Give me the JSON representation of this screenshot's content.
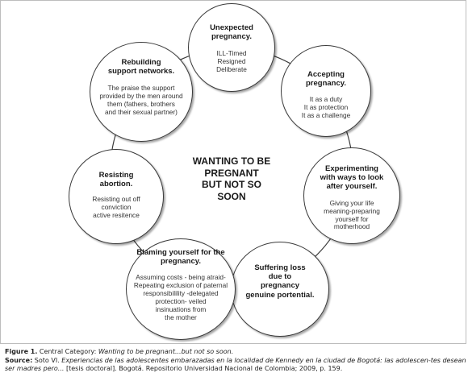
{
  "center_label": "WANTING TO BE\nPREGNANT\nBUT NOT SO\nSOON",
  "nodes": [
    {
      "title": "Unexpected\npregnancy.",
      "body": "ILL-Timed\nResigned\nDeliberate"
    },
    {
      "title": "Accepting\npregnancy.",
      "body": "It as a duty\nIt as protection\nIt as a challenge"
    },
    {
      "title": "Experimenting\nwith ways to look\nafter yourself.",
      "body": "Giving your life\nmeaning-preparing\nyourself for\nmotherhood"
    },
    {
      "title": "Suffering loss\ndue to\npregnancy\ngenuine portential.",
      "body": ""
    },
    {
      "title": "Blaming yourself for the\npregnancy.",
      "body": "Assuming costs - being atraid-\nRepeating exclusion of paternal\nresponsibilility -delegated\nprotection- veiled\ninsinuations from\nthe mother"
    },
    {
      "title": "Resisting\nabortion.",
      "body": "Resisting out off\nconviction\nactive resitence"
    },
    {
      "title": "Rebuilding\nsupport networks.",
      "body": "The praise the support\nprovided by the men around\nthem (fathers, brothers\nand their sexual partner)"
    }
  ],
  "caption": {
    "figure_label": "Figure 1.",
    "figure_text": " Central Category: ",
    "figure_italic": "Wanting to be pregnant...but not so soon.",
    "source_label": "Source:",
    "source_text": " Soto VI. ",
    "source_italic": "Experiencias de las adolescentes embarazadas en la localidad de Kennedy en la ciudad de Bogotá: las adolescen-tes desean ser madres pero...",
    "source_tail": " [tesis doctoral]. Bogotá. Repositorio Universidad Nacional de Colombia; 2009, p. 159."
  }
}
